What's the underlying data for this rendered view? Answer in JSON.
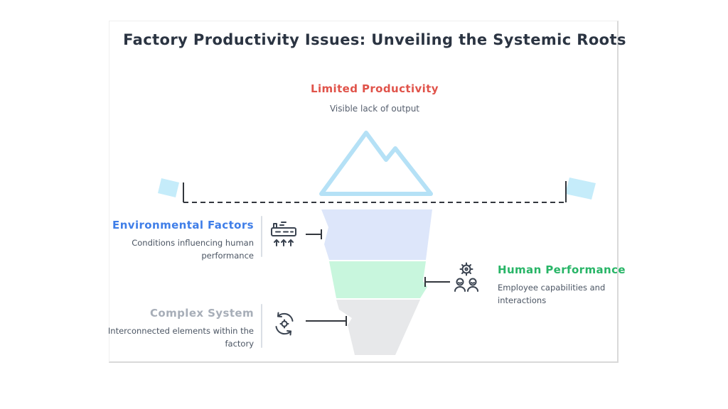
{
  "title": "Factory Productivity Issues: Unveiling the Systemic Roots",
  "surface": {
    "label": "Limited Productivity",
    "sublabel": "Visible lack of output"
  },
  "callouts": {
    "environmental": {
      "label": "Environmental Factors",
      "desc": "Conditions influencing human performance",
      "icon": "factory-icon",
      "color": "#3f7ee8",
      "side": "left"
    },
    "human": {
      "label": "Human Performance",
      "desc": "Employee capabilities and interactions",
      "icon": "gear-people-icon",
      "color": "#28b567",
      "side": "right"
    },
    "complex": {
      "label": "Complex System",
      "desc": "Interconnected elements within the factory",
      "icon": "cycle-gear-icon",
      "color": "#a7aeb8",
      "side": "left"
    }
  },
  "colors": {
    "title": "#2b3442",
    "surface_label": "#e0534a",
    "desc_text": "#4b5563",
    "iceberg_stroke": "#b5e1f6",
    "wave_fill": "#c5ecfa",
    "layer_env_fill": "#dde6fa",
    "layer_human_fill": "#c8f6dd",
    "layer_complex_fill": "#e7e8ea",
    "connector_line": "#33373d"
  }
}
